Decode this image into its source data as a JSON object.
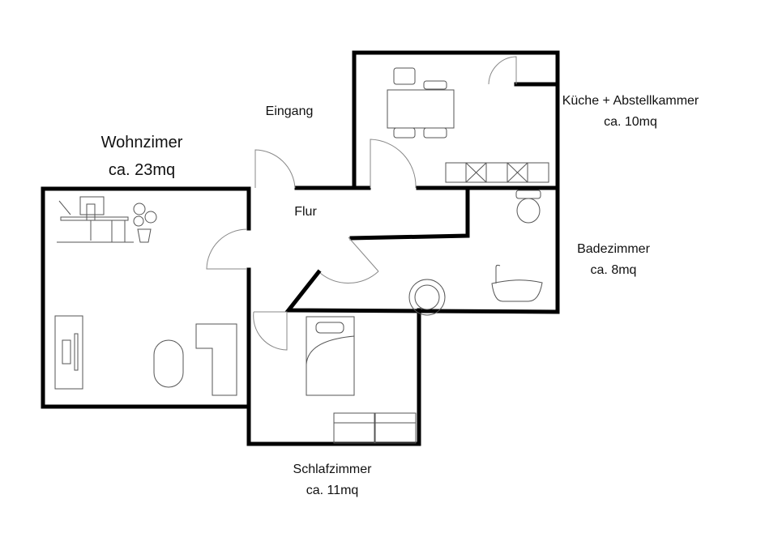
{
  "rooms": {
    "wohnzimmer": {
      "name": "Wohnzimer",
      "size": "ca. 23mq"
    },
    "eingang": {
      "name": "Eingang"
    },
    "flur": {
      "name": "Flur"
    },
    "kueche": {
      "name": "Küche + Abstellkammer",
      "size": "ca. 10mq"
    },
    "bad": {
      "name": "Badezimmer",
      "size": "ca. 8mq"
    },
    "schlafzimmer": {
      "name": "Schlafzimmer",
      "size": "ca. 11mq"
    }
  }
}
